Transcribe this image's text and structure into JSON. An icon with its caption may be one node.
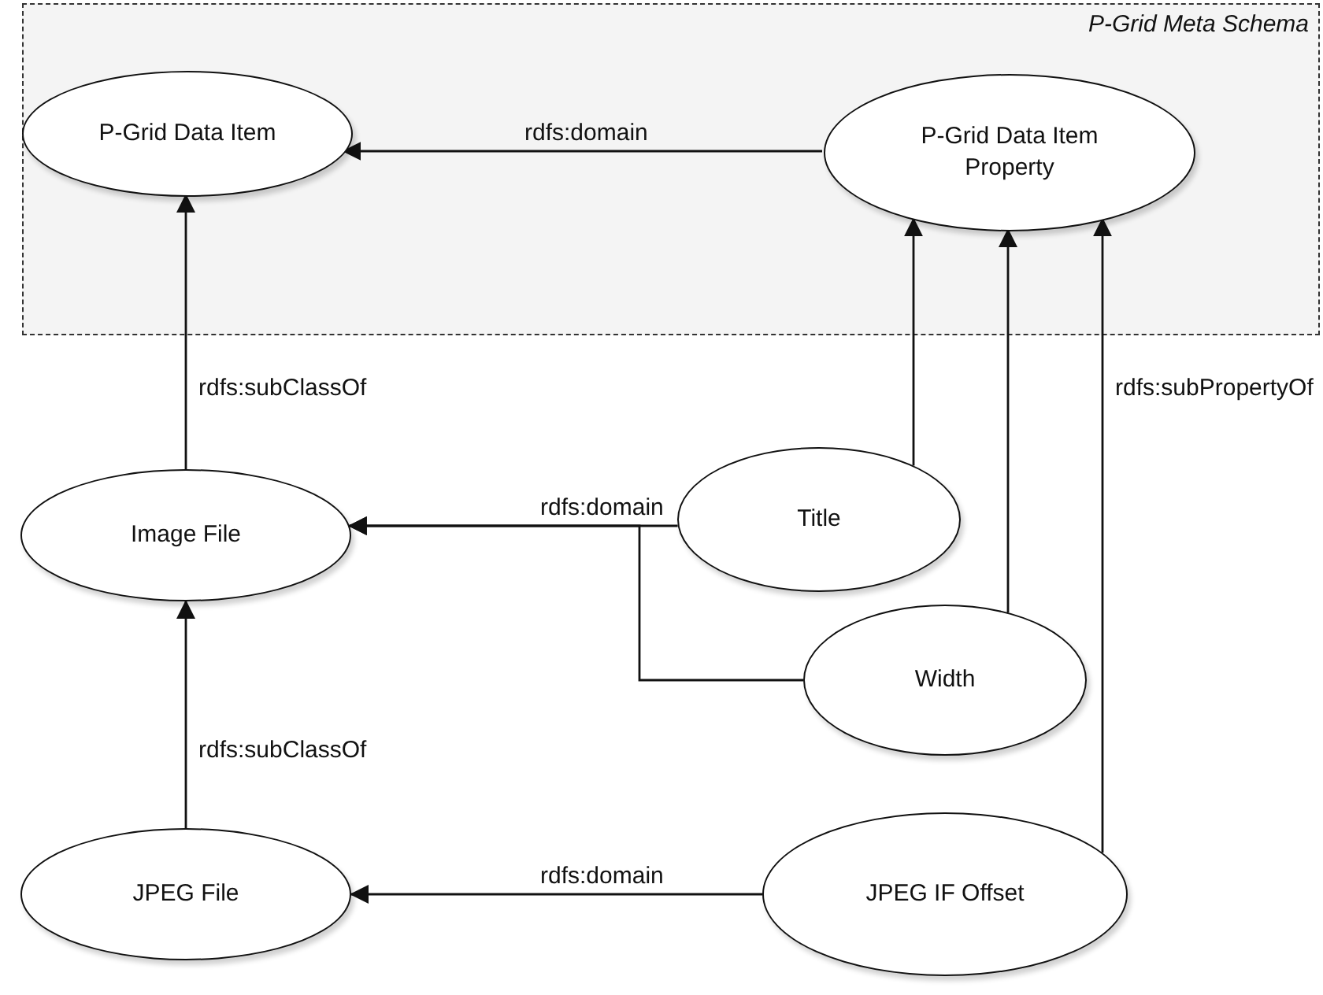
{
  "diagram": {
    "nodes": [
      {
        "text": [
          "P-Grid Meta Schema"
        ]
      },
      {
        "text": [
          "P-Grid Data Item"
        ],
        "in": 0
      },
      {
        "text": [
          "P-Grid Data Item Property"
        ],
        "in": 0
      },
      {
        "text": [
          "Image File"
        ]
      },
      {
        "text": [
          "Title"
        ]
      },
      {
        "text": [
          "Width"
        ]
      },
      {
        "text": [
          "JPEG File"
        ]
      },
      {
        "text": [
          "JPEG IF Offset"
        ]
      }
    ],
    "edges": [
      {
        "from": 2,
        "to": 1,
        "arrow": "to",
        "label": "rdfs:domain"
      },
      {
        "from": 3,
        "to": 1,
        "arrow": "to",
        "label": "rdfs:subClassOf"
      },
      {
        "from": 4,
        "to": 2,
        "arrow": "to"
      },
      {
        "from": 5,
        "to": 2,
        "arrow": "to"
      },
      {
        "from": 7,
        "to": 2,
        "arrow": "to",
        "label": "rdfs:subPropertyOf"
      },
      {
        "from": 4,
        "to": 3,
        "arrow": "to",
        "label": "rdfs:domain"
      },
      {
        "from": 5,
        "to": 3,
        "arrow": "to"
      },
      {
        "from": 6,
        "to": 3,
        "arrow": "to",
        "label": "rdfs:subClassOf"
      },
      {
        "from": 7,
        "to": 6,
        "arrow": "to",
        "label": "rdfs:domain"
      }
    ]
  }
}
